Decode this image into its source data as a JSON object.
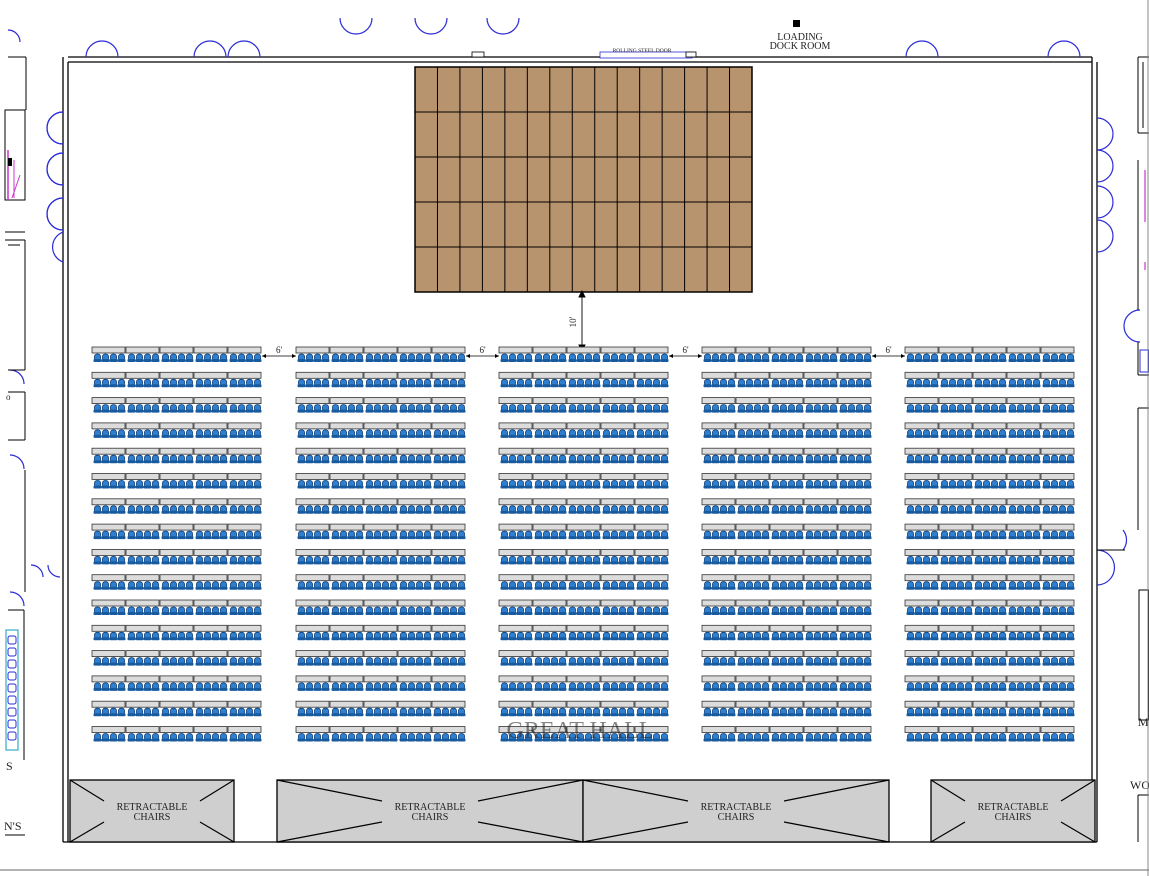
{
  "labels": {
    "loading_dock_line1": "LOADING",
    "loading_dock_line2": "DOCK ROOM",
    "rolling_door": "ROLLING STEEL DOOR",
    "hall_name": "GREAT HALL",
    "stage_gap": "10'",
    "aisle": "6'",
    "retractable_line1": "RETRACTABLE",
    "retractable_line2": "CHAIRS",
    "edge_left_s": "S",
    "edge_left_ns": "N'S",
    "edge_right_m": "M",
    "edge_right_wo": "WO"
  },
  "layout": {
    "seating_sections": 5,
    "rows_per_section": 16,
    "tables_per_row": 5,
    "chairs_per_table": 4,
    "stage_columns": 15,
    "stage_rows": 5,
    "retractable_blocks": 4
  },
  "colors": {
    "stage": "#b8946e",
    "chair": "#2e7fd0",
    "table": "#dcdcdc",
    "retractable": "#cfcfcf",
    "door": "#2b2bd8",
    "wall": "#000000",
    "magenta": "#cc33cc",
    "cyan": "#33aacc"
  }
}
